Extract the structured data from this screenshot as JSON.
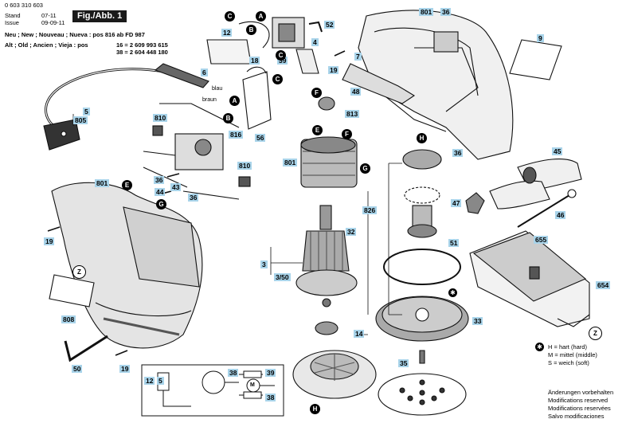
{
  "header": {
    "doc_number": "0 603 310 603",
    "stand_label": "Stand",
    "stand_value": "07-11",
    "issue_label": "Issue",
    "issue_value": "09-09-11",
    "fig_label": "Fig./Abb. 1",
    "new_line": "Neu ; New ; Nouveau ; Nueva : pos 816 ab FD 987",
    "old_line": "Alt ; Old ; Ancien ; Vieja : pos",
    "old_value_1": "16 = 2 609 993 615",
    "old_value_2": "38 = 2 604 448 180"
  },
  "wire_labels": {
    "blue": "blau",
    "brown": "braun"
  },
  "part_numbers": {
    "p12a": "12",
    "p18": "18",
    "p39a": "39",
    "p4": "4",
    "p52": "52",
    "p801a": "801",
    "p36a": "36",
    "p7": "7",
    "p9": "9",
    "p19a": "19",
    "p6": "6",
    "p48": "48",
    "p5": "5",
    "p805": "805",
    "p813": "813",
    "p810a": "810",
    "p816": "816",
    "p56": "56",
    "p801b": "801",
    "p36b": "36",
    "p45": "45",
    "p810b": "810",
    "p801c": "801",
    "p36c": "36",
    "p44": "44",
    "p43": "43",
    "p36d": "36",
    "p47": "47",
    "p46": "46",
    "p826": "826",
    "p19b": "19",
    "p32": "32",
    "p655": "655",
    "p51": "51",
    "p3": "3",
    "p350": "3/50",
    "p654": "654",
    "p808": "808",
    "p33": "33",
    "p14": "14",
    "p50": "50",
    "p19c": "19",
    "p35": "35",
    "p12b": "12",
    "p5b": "5",
    "p38a": "38",
    "p39b": "39",
    "p38b": "38"
  },
  "callouts": {
    "a1": "A",
    "a2": "A",
    "b1": "B",
    "b2": "B",
    "c1": "C",
    "c2": "C",
    "c3": "C",
    "e1": "E",
    "e2": "E",
    "f1": "F",
    "f2": "F",
    "g1": "G",
    "g2": "G",
    "h1": "H",
    "h2": "H",
    "z1": "Z",
    "z2": "Z",
    "m": "M"
  },
  "legend": {
    "h": "H = hart (hard)",
    "m": "M = mittel (middle)",
    "s": "S = weich (soft)",
    "star": "✱"
  },
  "footer": {
    "line1": "Änderungen vorbehalten",
    "line2": "Modifications reserved",
    "line3": "Modifications reservées",
    "line4": "Salvo modificaciones"
  }
}
